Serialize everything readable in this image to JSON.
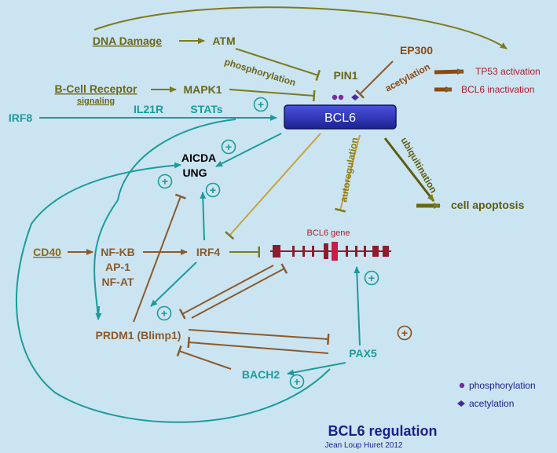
{
  "colors": {
    "olive": "#7d7a1c",
    "teal": "#1b9c9a",
    "brown": "#8b5a2b",
    "darkred": "#8f1b2e",
    "navy": "#1a1f8f",
    "bcl6_fill": "#2a30b8",
    "background": "#cbe4f2"
  },
  "nodes": {
    "dna_damage": "DNA Damage",
    "atm": "ATM",
    "bcell_receptor": "B-Cell Receptor",
    "signaling": "signaling",
    "mapk1": "MAPK1",
    "irf8": "IRF8",
    "il21r": "IL21R",
    "stats": "STATs",
    "pin1": "PIN1",
    "ep300": "EP300",
    "tp53": "TP53 activation",
    "bcl6_inactivation": "BCL6 inactivation",
    "bcl6": "BCL6",
    "aicda": "AICDA",
    "ung": "UNG",
    "cell_apoptosis": "cell apoptosis",
    "cd40": "CD40",
    "nfkb": "NF-KB",
    "ap1": "AP-1",
    "nfat": "NF-AT",
    "irf4": "IRF4",
    "bcl6_gene": "BCL6 gene",
    "prdm1": "PRDM1 (Blimp1)",
    "pax5": "PAX5",
    "bach2": "BACH2"
  },
  "edge_labels": {
    "phosphorylation": "phosphorylation",
    "acetylation": "acetylation",
    "autoregulation": "autoregulation",
    "ubiquitination": "ubiquitination"
  },
  "plus_sign": "+",
  "legend": {
    "phosphorylation": "phosphorylation",
    "acetylation": "acetylation"
  },
  "title": "BCL6 regulation",
  "credit": "Jean Loup Huret 2012"
}
